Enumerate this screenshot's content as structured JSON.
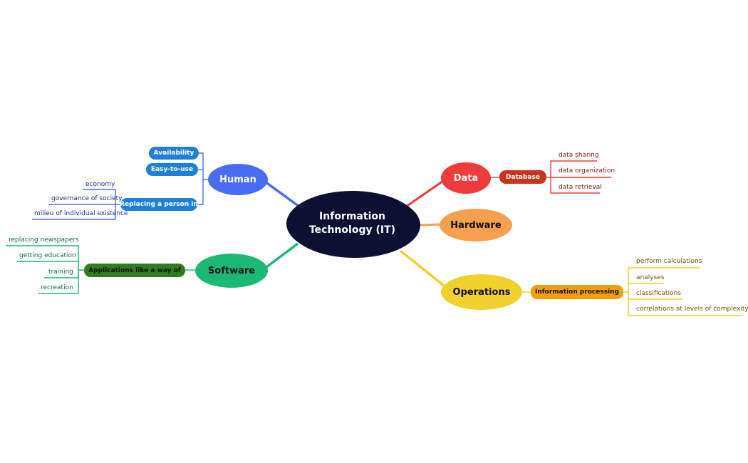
{
  "center": {
    "line1": "Information",
    "line2": "Technology (IT)"
  },
  "colors": {
    "human": "#4a6cf2",
    "human_sub": "#1e7fd9",
    "human_leaf": "#1d2f8a",
    "software": "#1bb876",
    "software_sub": "#2f7d1e",
    "software_leaf": "#0d6b47",
    "data": "#ee3b3b",
    "data_sub": "#c8341f",
    "data_leaf": "#7a1b10",
    "hardware": "#f5a04e",
    "operations": "#f1d12d",
    "operations_sub": "#f59e0b",
    "operations_leaf": "#6b5a05"
  },
  "human": {
    "label": "Human",
    "subs": [
      "Availability",
      "Easy-to-use",
      "Replacing a person in"
    ],
    "replacing_leaves": [
      "economy",
      "governance of society",
      "milieu of individual existence"
    ]
  },
  "software": {
    "label": "Software",
    "sub": "Applications like a way of",
    "leaves": [
      "replacing newspapers",
      "getting education",
      "training",
      "recreation"
    ]
  },
  "data": {
    "label": "Data",
    "sub": "Database",
    "leaves": [
      "data sharing",
      "data organization",
      "data retrieval"
    ]
  },
  "hardware": {
    "label": "Hardware"
  },
  "operations": {
    "label": "Operations",
    "sub": "Information processing",
    "leaves": [
      "perform calculations",
      "analyses",
      "classifications",
      "correlations at levels of complexity"
    ]
  }
}
